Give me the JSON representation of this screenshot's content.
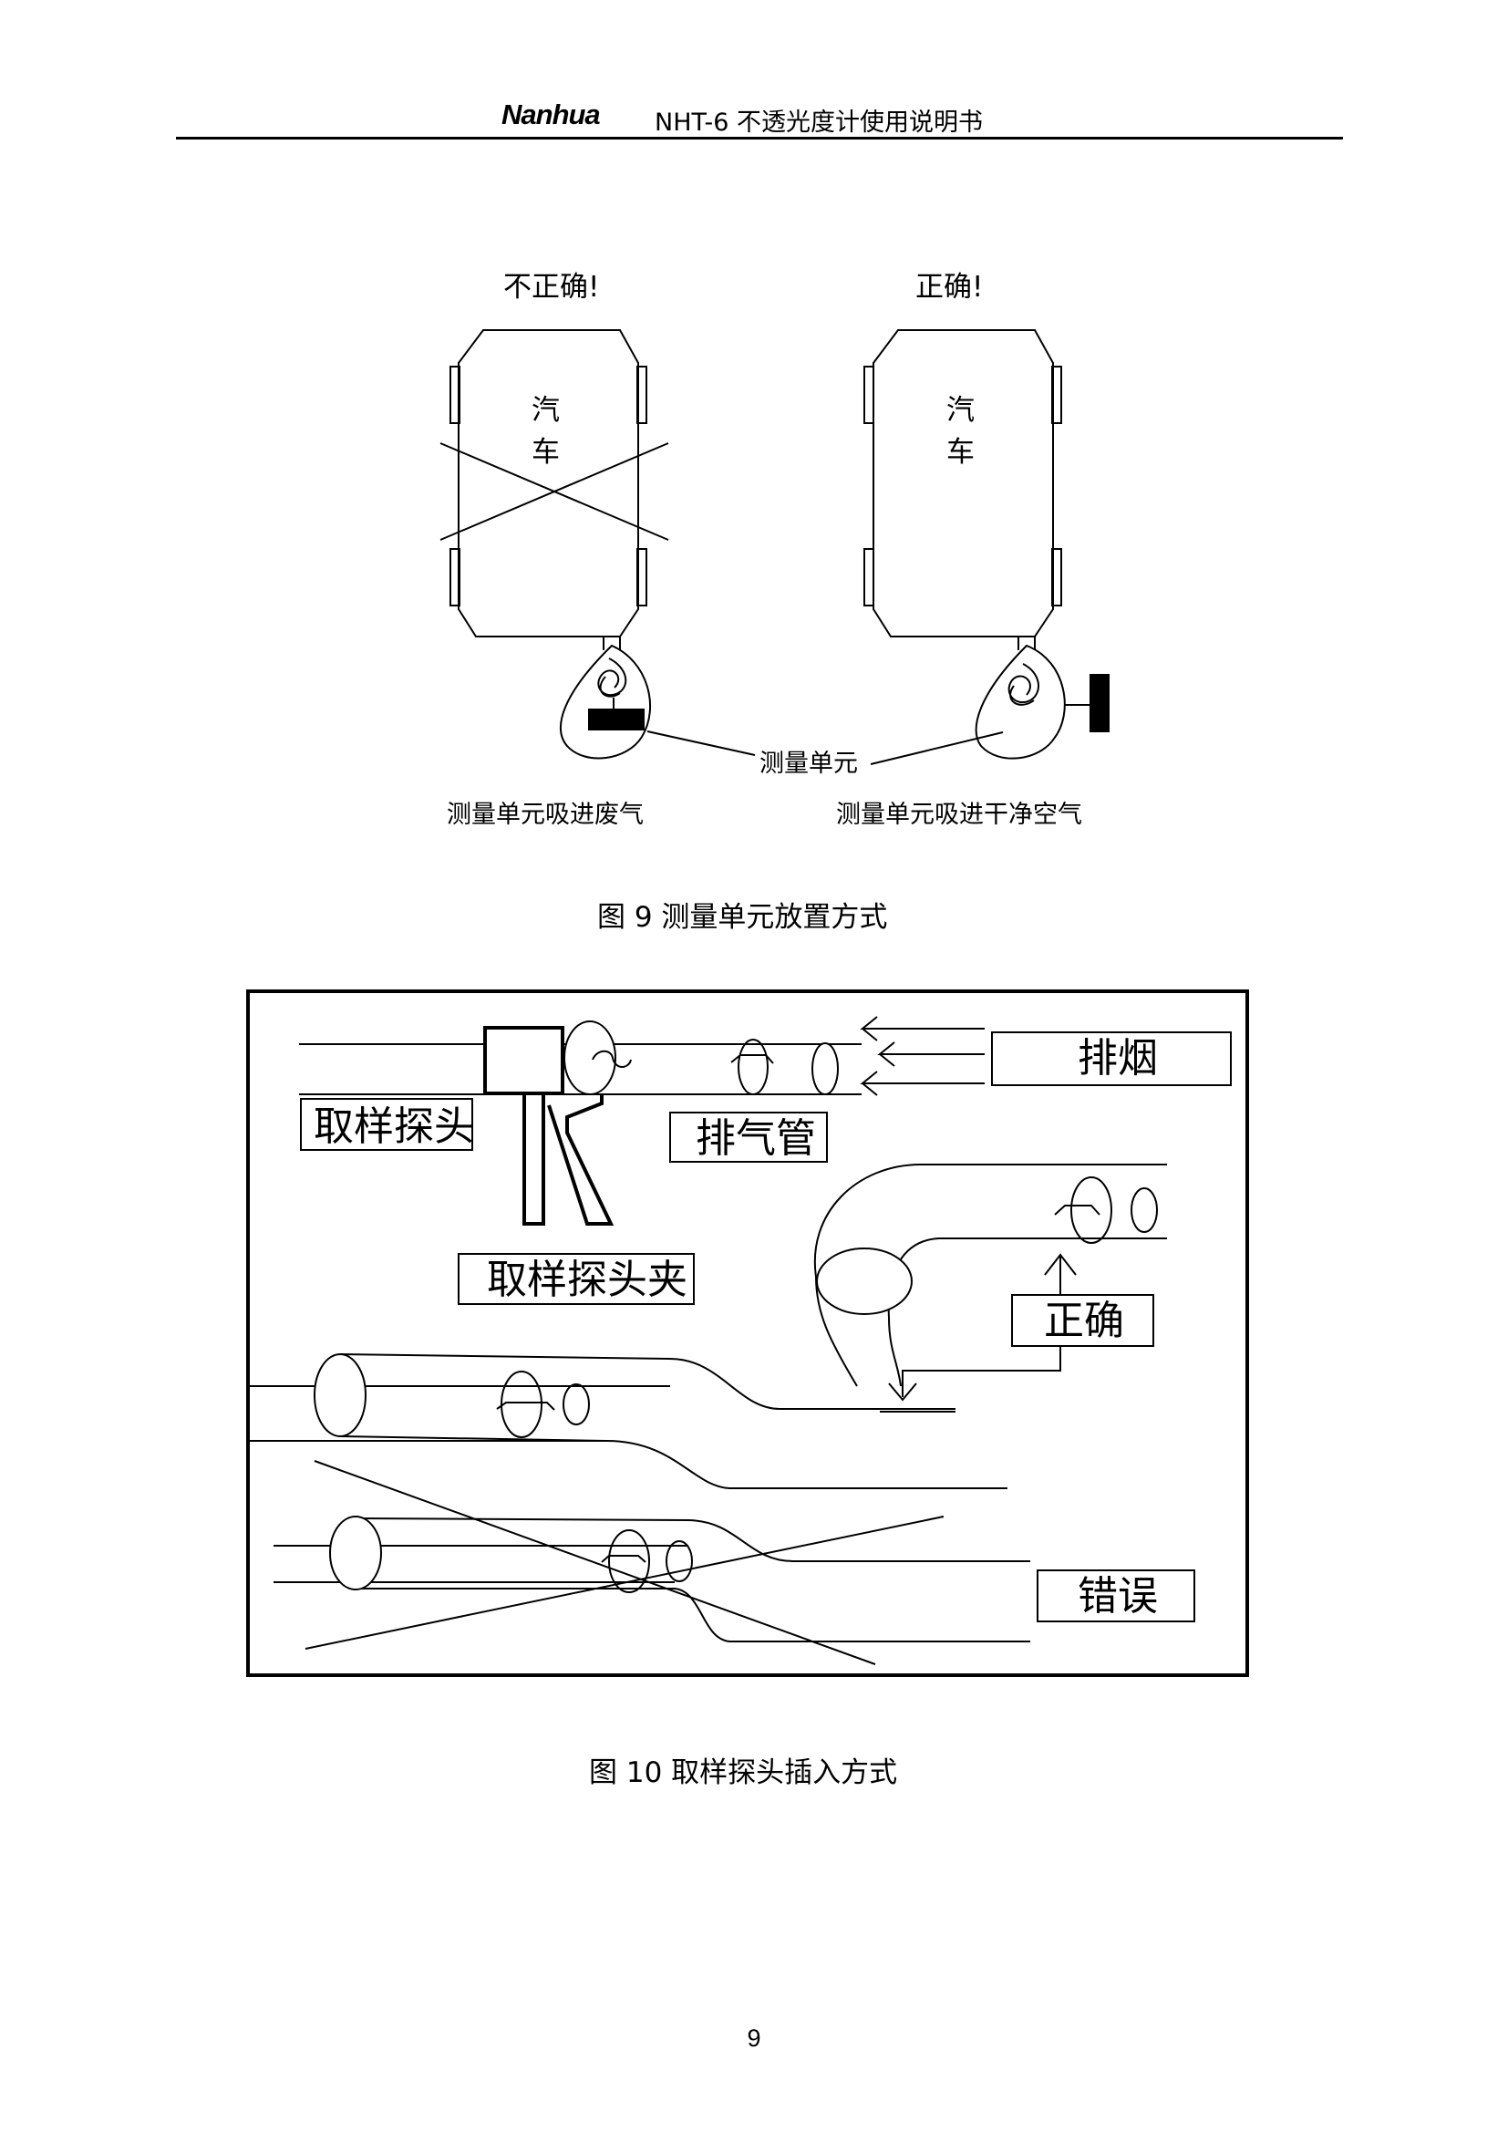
{
  "header": {
    "logo": "Nanhua",
    "title": "NHT-6 不透光度计使用说明书"
  },
  "figure9": {
    "left_title": "不正确!",
    "right_title": "正确!",
    "car_label_line1": "汽",
    "car_label_line2": "车",
    "unit_label": "测量单元",
    "left_caption": "测量单元吸进废气",
    "right_caption": "测量单元吸进干净空气",
    "caption": "图 9 测量单元放置方式"
  },
  "figure10": {
    "label_exhaust_smoke": "排烟",
    "label_probe": "取样探头",
    "label_exhaust_pipe": "排气管",
    "label_probe_clamp": "取样探头夹",
    "label_correct": "正确",
    "label_wrong": "错误",
    "caption": "图 10 取样探头插入方式"
  },
  "page_number": "9"
}
